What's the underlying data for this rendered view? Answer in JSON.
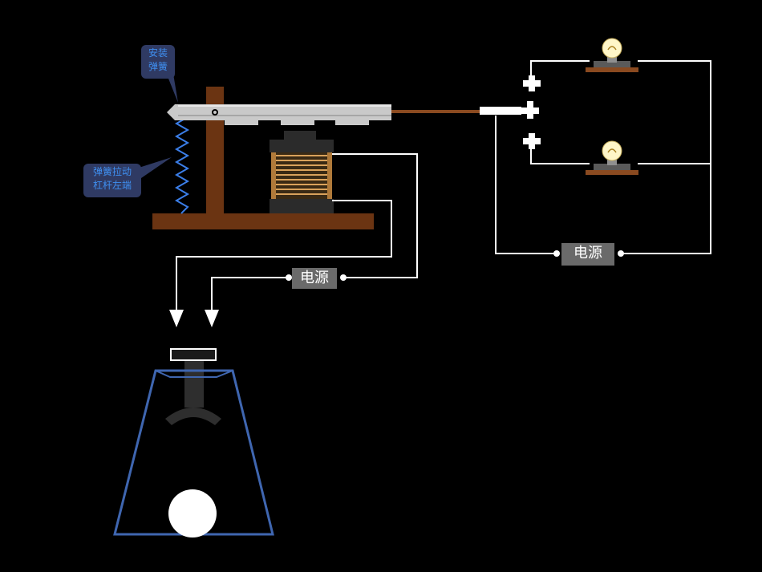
{
  "callouts": {
    "install_spring": [
      "安装",
      "弹簧"
    ],
    "spring_pulls_lever": [
      "弹簧拉动",
      "杠杆左端"
    ]
  },
  "power_sources": {
    "left_label": "电源",
    "right_label": "电源"
  },
  "colors": {
    "background": "#000000",
    "wire": "#ffffff",
    "base_wood": "#6b3412",
    "armature": "#c9c9c9",
    "spring": "#3b7ee8",
    "coil_copper": "#d9a25b",
    "core": "#2b2b2b",
    "lamp_housing": "#3f66b0",
    "power_box": "#6a6a6a",
    "callout_bg": "#2f3a63",
    "callout_text": "#3f8ff0"
  },
  "icons": [
    "light-bulb-icon",
    "light-bulb-icon",
    "arrow-down-icon",
    "arrow-down-icon"
  ]
}
